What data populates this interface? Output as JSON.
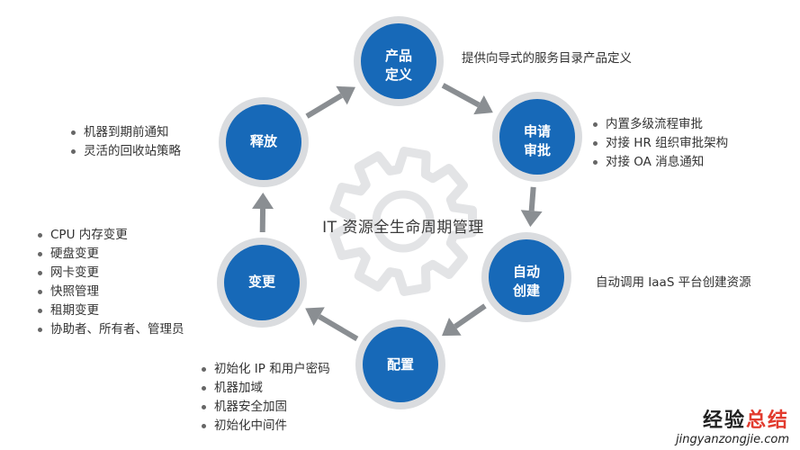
{
  "center_title": "IT 资源全生命周期管理",
  "nodes": [
    {
      "id": "product",
      "line1": "产品",
      "line2": "定义"
    },
    {
      "id": "apply",
      "line1": "申请",
      "line2": "审批"
    },
    {
      "id": "auto",
      "line1": "自动",
      "line2": "创建"
    },
    {
      "id": "config",
      "line1": "配置",
      "line2": ""
    },
    {
      "id": "change",
      "line1": "变更",
      "line2": ""
    },
    {
      "id": "release",
      "line1": "释放",
      "line2": ""
    }
  ],
  "annotations": {
    "product": "提供向导式的服务目录产品定义",
    "apply": [
      "内置多级流程审批",
      "对接 HR 组织审批架构",
      "对接 OA 消息通知"
    ],
    "auto": "自动调用 IaaS 平台创建资源",
    "config": [
      "初始化 IP 和用户密码",
      "机器加域",
      "机器安全加固",
      "初始化中间件"
    ],
    "change": [
      "CPU 内存变更",
      "硬盘变更",
      "网卡变更",
      "快照管理",
      "租期变更",
      "协助者、所有者、管理员"
    ],
    "release": [
      "机器到期前通知",
      "灵活的回收站策略"
    ]
  },
  "watermark": {
    "main_prefix": "经验",
    "main_accent": "总结",
    "sub": "jingyanzongjie.com"
  },
  "colors": {
    "node_fill": "#1769b8",
    "node_ring": "#dadcdf",
    "arrow": "#8a8e92",
    "gear": "#e3e4e6"
  }
}
